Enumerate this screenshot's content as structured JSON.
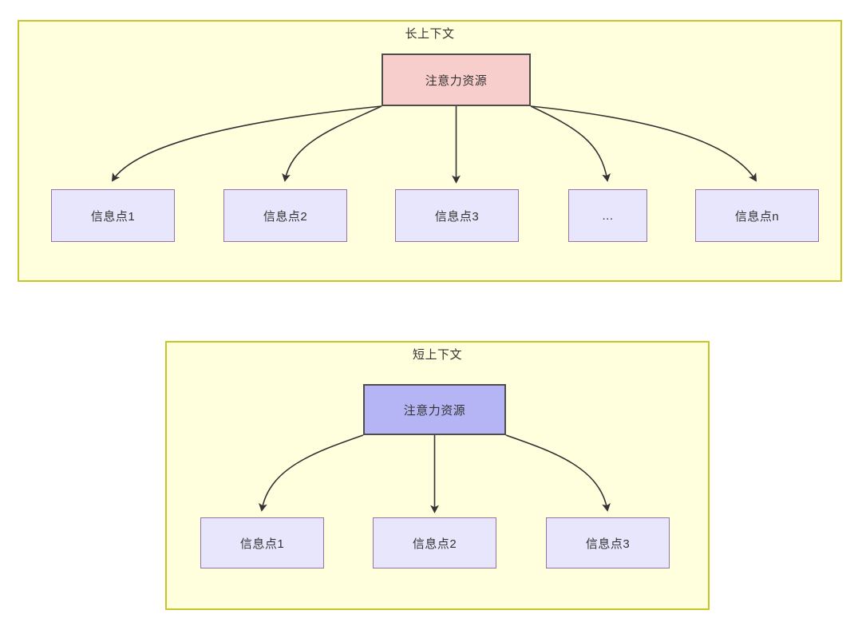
{
  "diagram": {
    "type": "flowchart",
    "panels": [
      {
        "id": "long-context",
        "title": "长上下文",
        "root": {
          "label": "注意力资源",
          "fill": "#f8cecc",
          "stroke": "#4d4d4d"
        },
        "children": [
          {
            "label": "信息点1"
          },
          {
            "label": "信息点2"
          },
          {
            "label": "信息点3"
          },
          {
            "label": "..."
          },
          {
            "label": "信息点n"
          }
        ]
      },
      {
        "id": "short-context",
        "title": "短上下文",
        "root": {
          "label": "注意力资源",
          "fill": "#b5b5f5",
          "stroke": "#4d4d4d"
        },
        "children": [
          {
            "label": "信息点1"
          },
          {
            "label": "信息点2"
          },
          {
            "label": "信息点3"
          }
        ]
      }
    ],
    "colors": {
      "panel_fill": "#ffffdd",
      "panel_stroke": "#c6c62a",
      "info_fill": "#e8e6fc",
      "info_stroke": "#9673a6",
      "edge": "#333333",
      "text": "#333333"
    }
  }
}
